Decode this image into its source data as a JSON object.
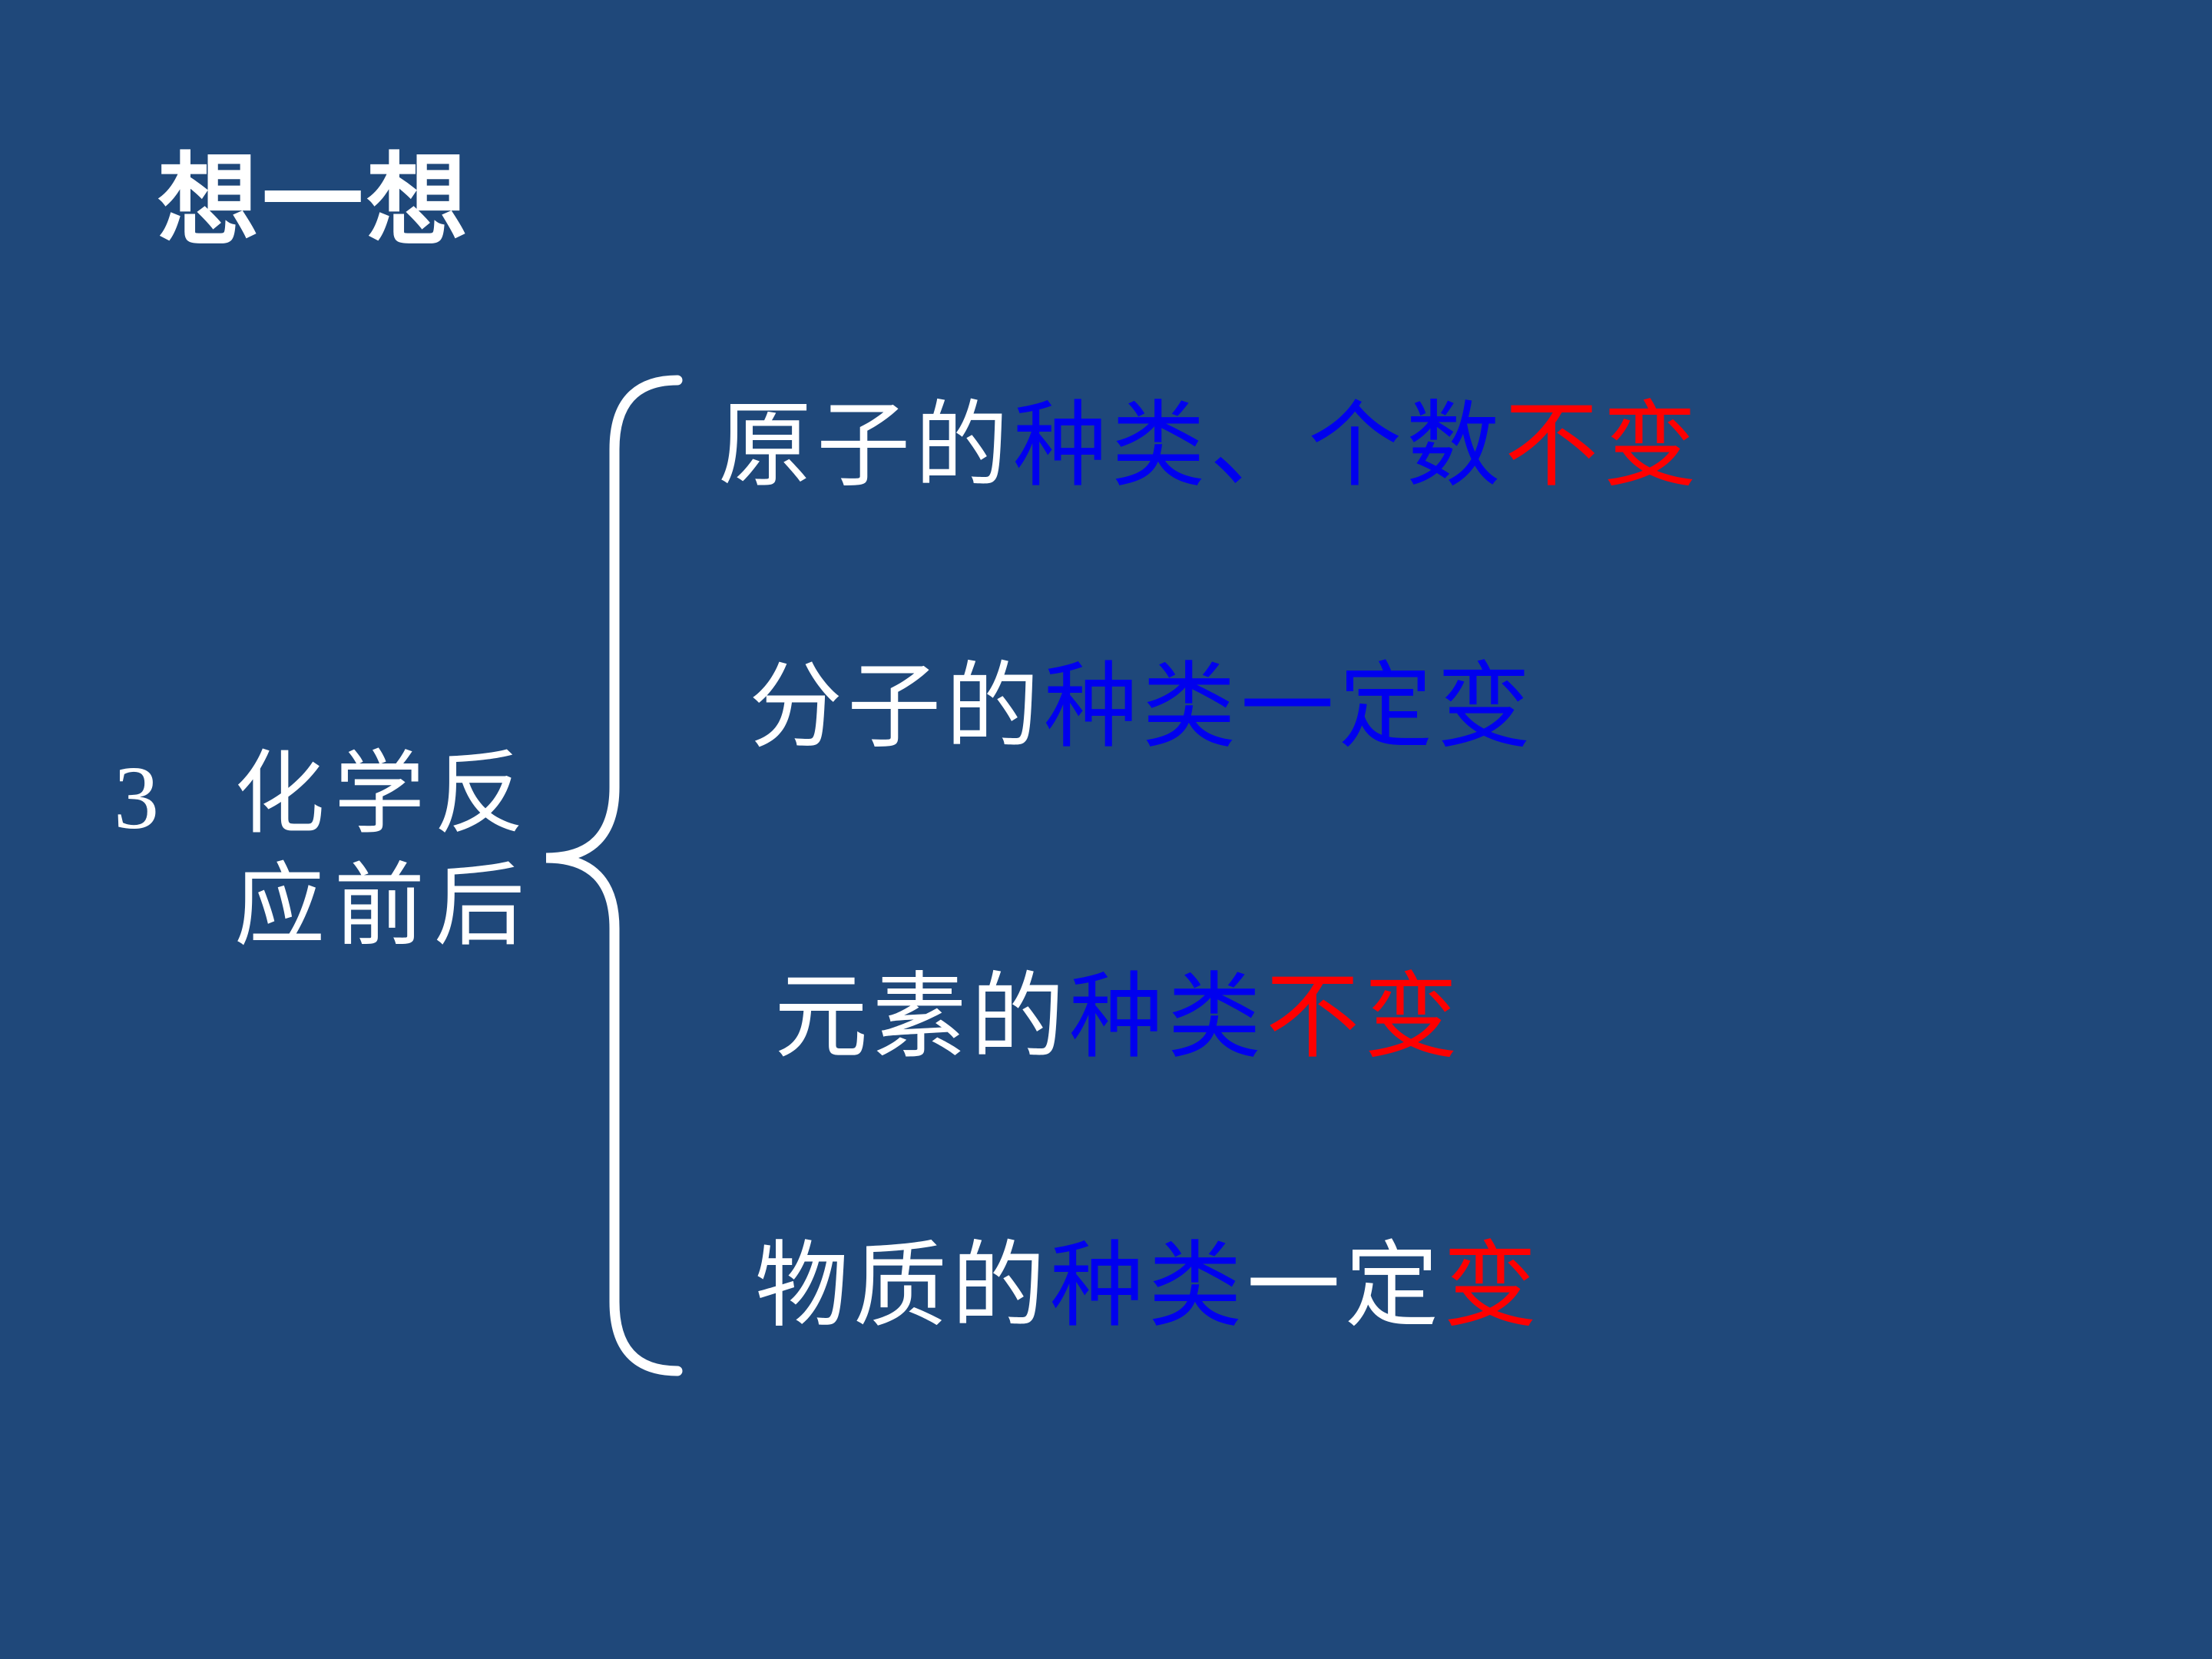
{
  "slide": {
    "title": "想一想",
    "section": {
      "number": "3",
      "label_line1": "化学反",
      "label_line2": "应前后"
    },
    "brace_icon": "left-curly-brace",
    "lines": [
      {
        "segments": [
          {
            "text": "原子的",
            "color": "white"
          },
          {
            "text": "种类、个数",
            "color": "blue"
          },
          {
            "text": "不变",
            "color": "red"
          }
        ]
      },
      {
        "segments": [
          {
            "text": "分子的",
            "color": "white"
          },
          {
            "text": "种类一定变",
            "color": "blue"
          }
        ]
      },
      {
        "segments": [
          {
            "text": "元素的",
            "color": "white"
          },
          {
            "text": "种类",
            "color": "blue"
          },
          {
            "text": "不变",
            "color": "red"
          }
        ]
      },
      {
        "segments": [
          {
            "text": "物质的",
            "color": "white"
          },
          {
            "text": "种类",
            "color": "blue"
          },
          {
            "text": "一定",
            "color": "white"
          },
          {
            "text": "变",
            "color": "red"
          }
        ]
      }
    ],
    "colors": {
      "background": "#1F487A",
      "text_white": "#FFFFFF",
      "text_blue": "#0000EE",
      "text_red": "#FF0000"
    }
  }
}
